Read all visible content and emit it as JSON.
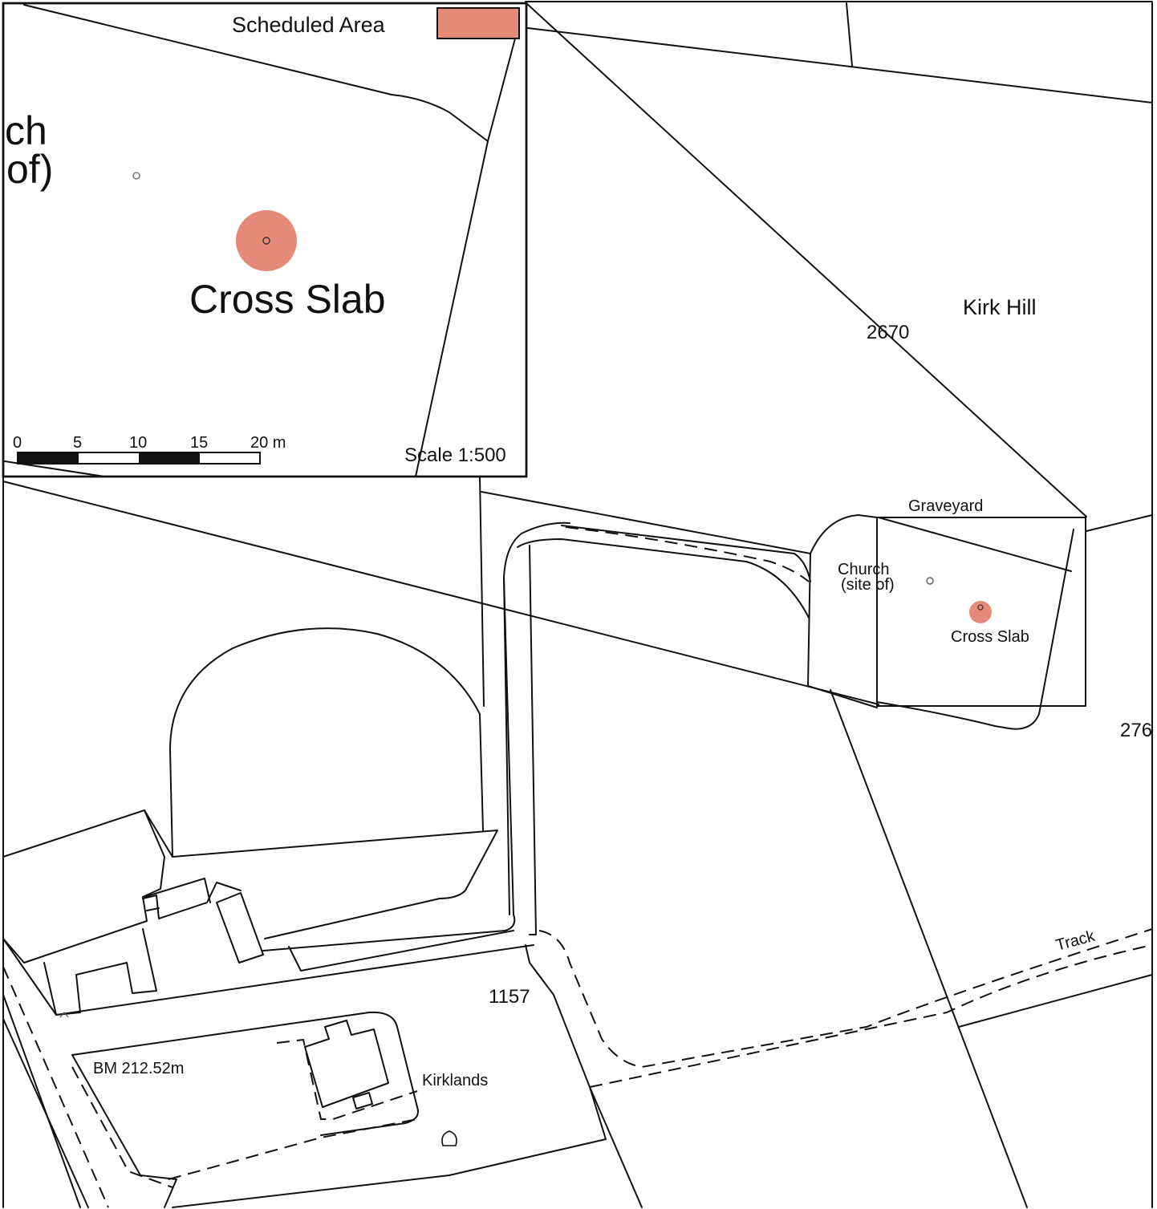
{
  "legend": {
    "label": "Scheduled Area",
    "color": "#e58a78"
  },
  "colors": {
    "scheduled": "#e58a78",
    "line": "#111111",
    "background": "#ffffff"
  },
  "inset": {
    "partial_label_line1": "ch",
    "partial_label_line2": "of)",
    "feature_label": "Cross Slab",
    "scale_text": "Scale 1:500",
    "scale_bar": {
      "ticks": [
        "0",
        "5",
        "10",
        "15",
        "20 m"
      ]
    }
  },
  "map_labels": {
    "kirk_hill": "Kirk Hill",
    "parcel_2670": "2670",
    "graveyard": "Graveyard",
    "church_line1": "Church",
    "church_line2": "(site of)",
    "cross_slab": "Cross Slab",
    "parcel_partial": "276",
    "track": "Track",
    "parcel_1157": "1157",
    "bench_mark": "BM 212.52m",
    "kirklands": "Kirklands"
  }
}
